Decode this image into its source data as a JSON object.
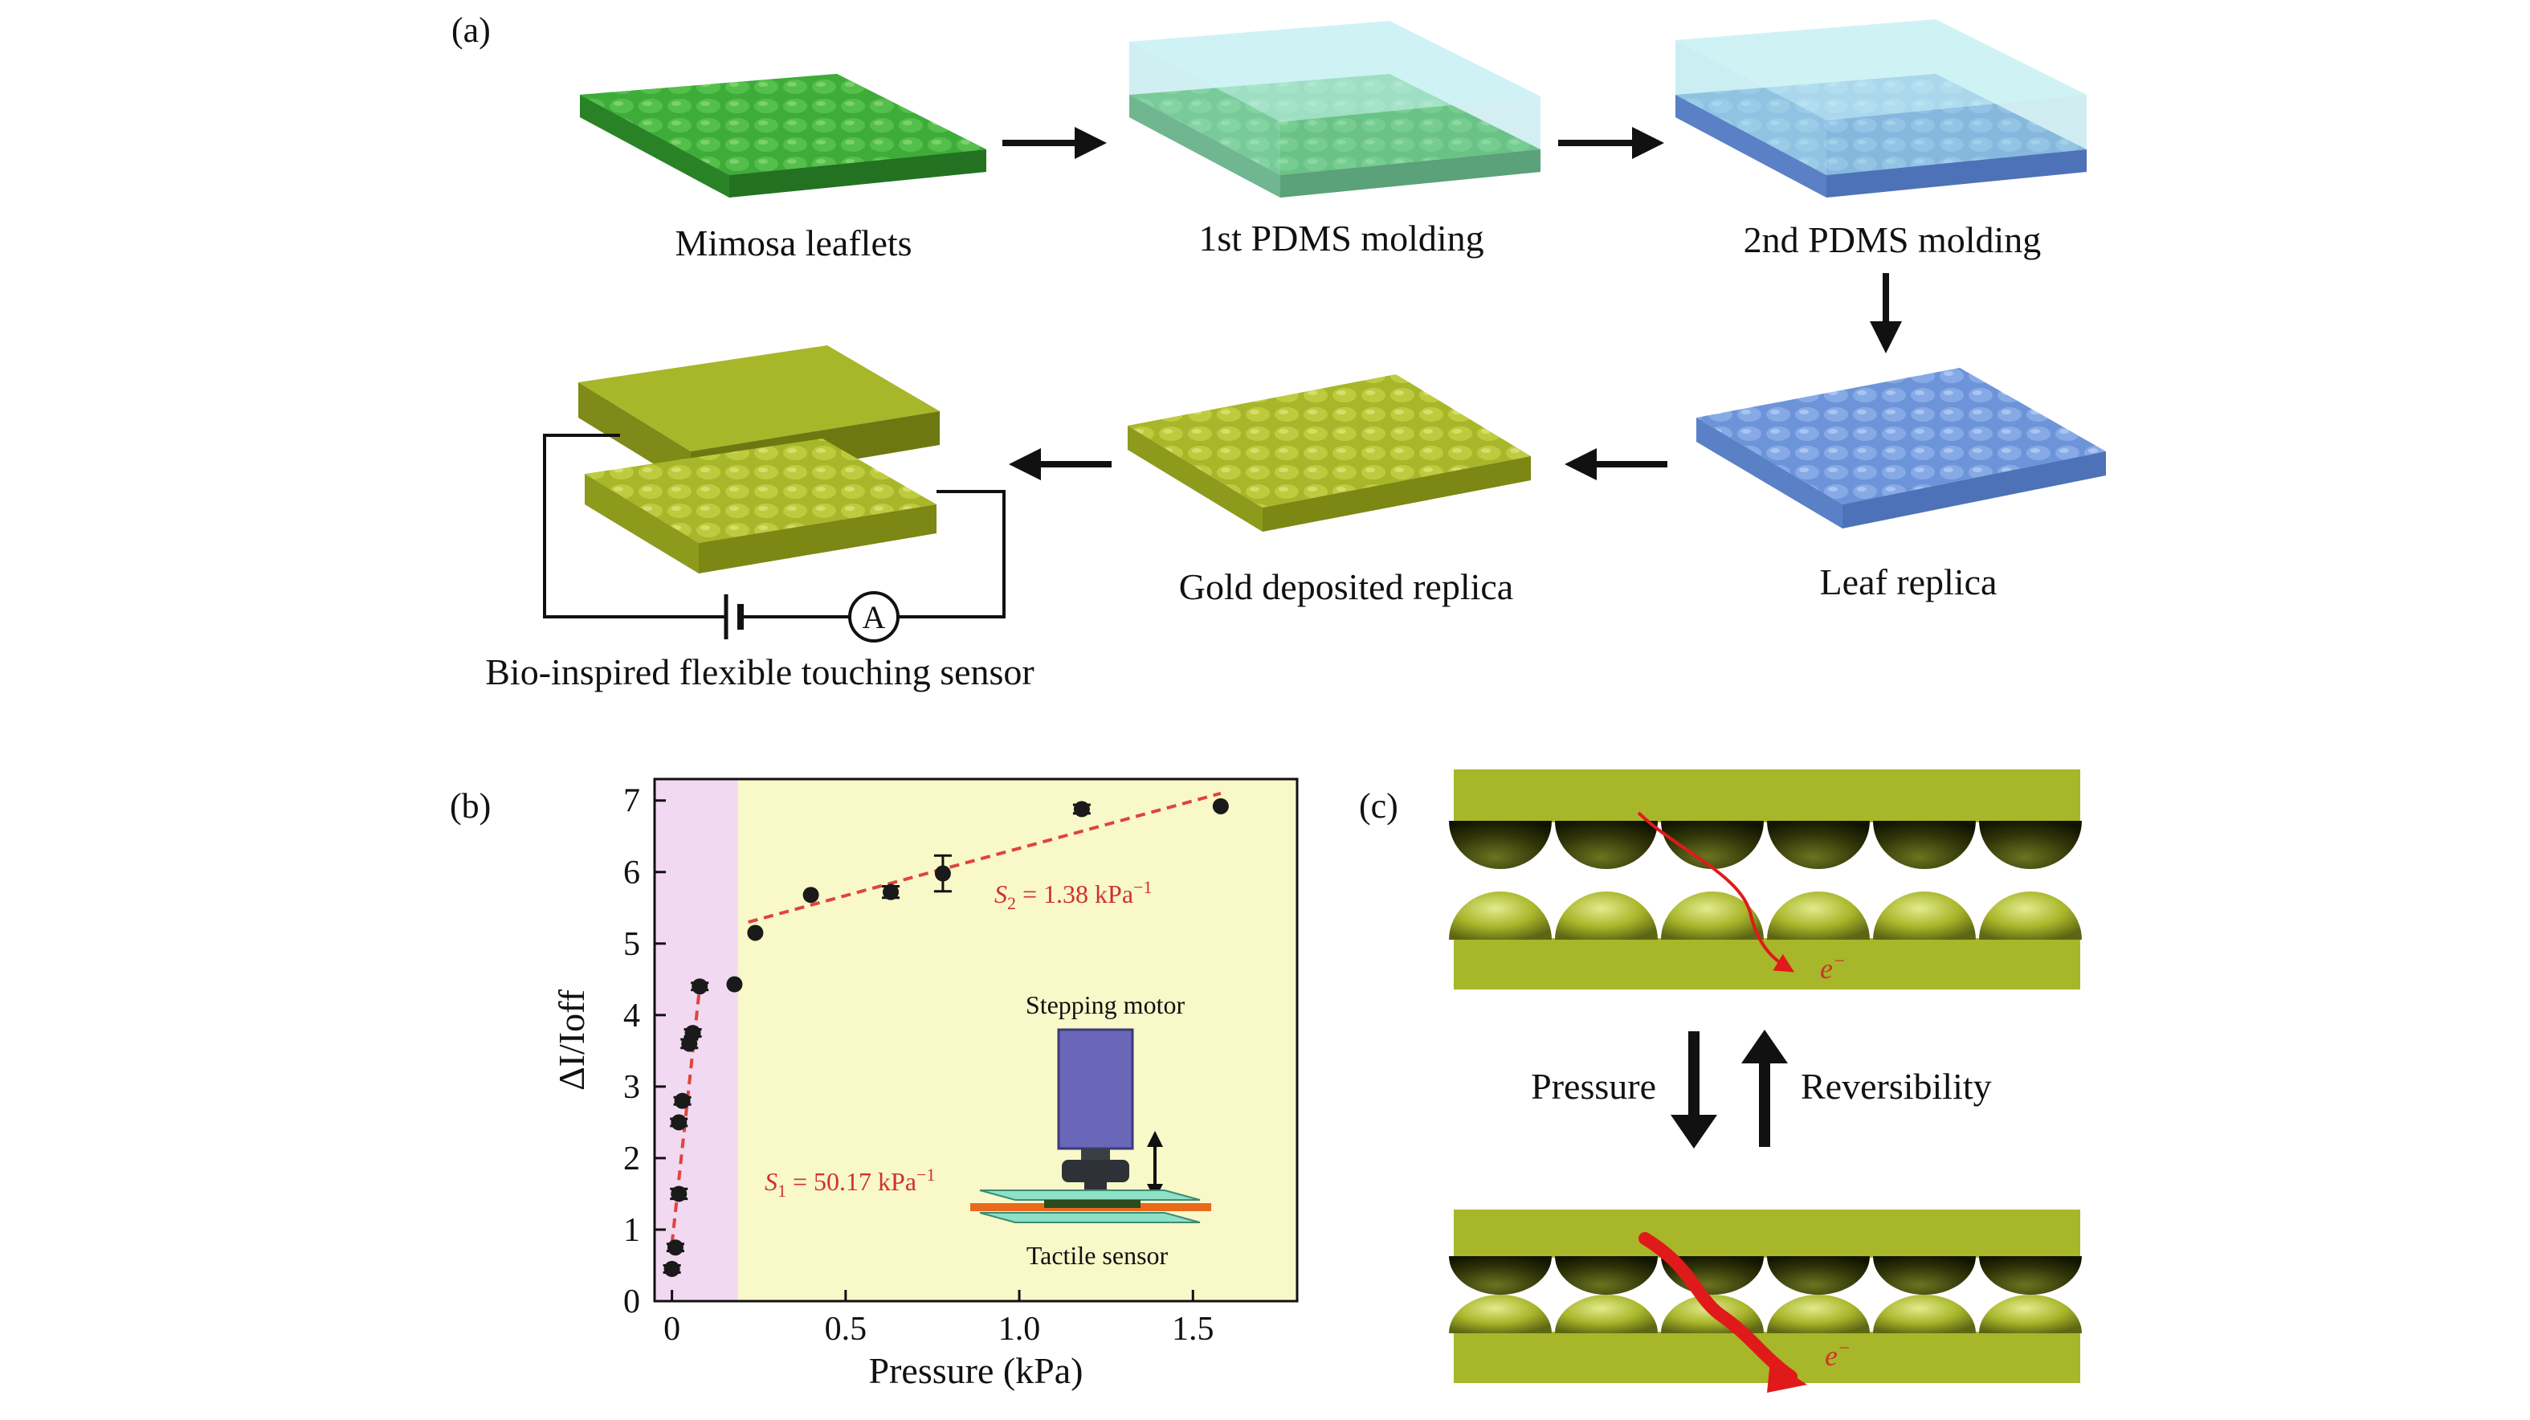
{
  "panel_a": {
    "label": "(a)",
    "steps": [
      {
        "label": "Mimosa leaflets"
      },
      {
        "label": "1st PDMS molding"
      },
      {
        "label": "2nd PDMS molding"
      },
      {
        "label": "Leaf replica"
      },
      {
        "label": "Gold deposited replica"
      },
      {
        "label": "Bio-inspired flexible touching sensor"
      }
    ],
    "ammeter": "A",
    "colors": {
      "leaf": "#3fae3a",
      "pdms": "#a9e2ea",
      "replica": "#6d94d8",
      "gold": "#a8b62a"
    }
  },
  "panel_b": {
    "label": "(b)",
    "inset_top": "Stepping motor",
    "inset_bottom": "Tactile sensor",
    "fit1": {
      "sym": "S",
      "sub": "1",
      "text": " = 50.17 kPa",
      "sup": "−1",
      "x_range": [
        0.0,
        0.08
      ],
      "y_range": [
        0.8,
        4.4
      ]
    },
    "fit2": {
      "sym": "S",
      "sub": "2",
      "text": " = 1.38 kPa",
      "sup": "−1",
      "x_range": [
        0.22,
        1.58
      ],
      "y_range": [
        5.3,
        7.1
      ]
    },
    "region_colors": {
      "low": "#f2d9f2",
      "high": "#f8f8c8",
      "fit": "#e0443c"
    }
  },
  "chart_data": {
    "type": "scatter",
    "xlabel": "Pressure (kPa)",
    "ylabel": "ΔI/Ioff",
    "xlim": [
      -0.05,
      1.8
    ],
    "ylim": [
      0,
      7.3
    ],
    "x_ticks": [
      "0",
      "0.5",
      "1.0",
      "1.5"
    ],
    "y_ticks": [
      "0",
      "1",
      "2",
      "3",
      "4",
      "5",
      "6",
      "7"
    ],
    "grid": false,
    "series": [
      {
        "x": [
          0.0,
          0.01,
          0.02,
          0.02,
          0.03,
          0.05,
          0.06,
          0.08,
          0.18,
          0.24,
          0.4,
          0.63,
          0.78,
          1.18,
          1.58
        ],
        "y": [
          0.45,
          0.75,
          1.5,
          2.5,
          2.8,
          3.6,
          3.75,
          4.4,
          4.43,
          5.15,
          5.68,
          5.72,
          5.98,
          6.88,
          6.92
        ],
        "err": [
          0.05,
          0.05,
          0.07,
          0.05,
          0.05,
          0.06,
          0.05,
          0.05,
          0.04,
          0.04,
          0.04,
          0.08,
          0.25,
          0.06,
          0.03
        ]
      }
    ]
  },
  "panel_c": {
    "label": "(c)",
    "electron": "e",
    "electron_sup": "−",
    "pressure": "Pressure",
    "reversibility": "Reversibility"
  }
}
